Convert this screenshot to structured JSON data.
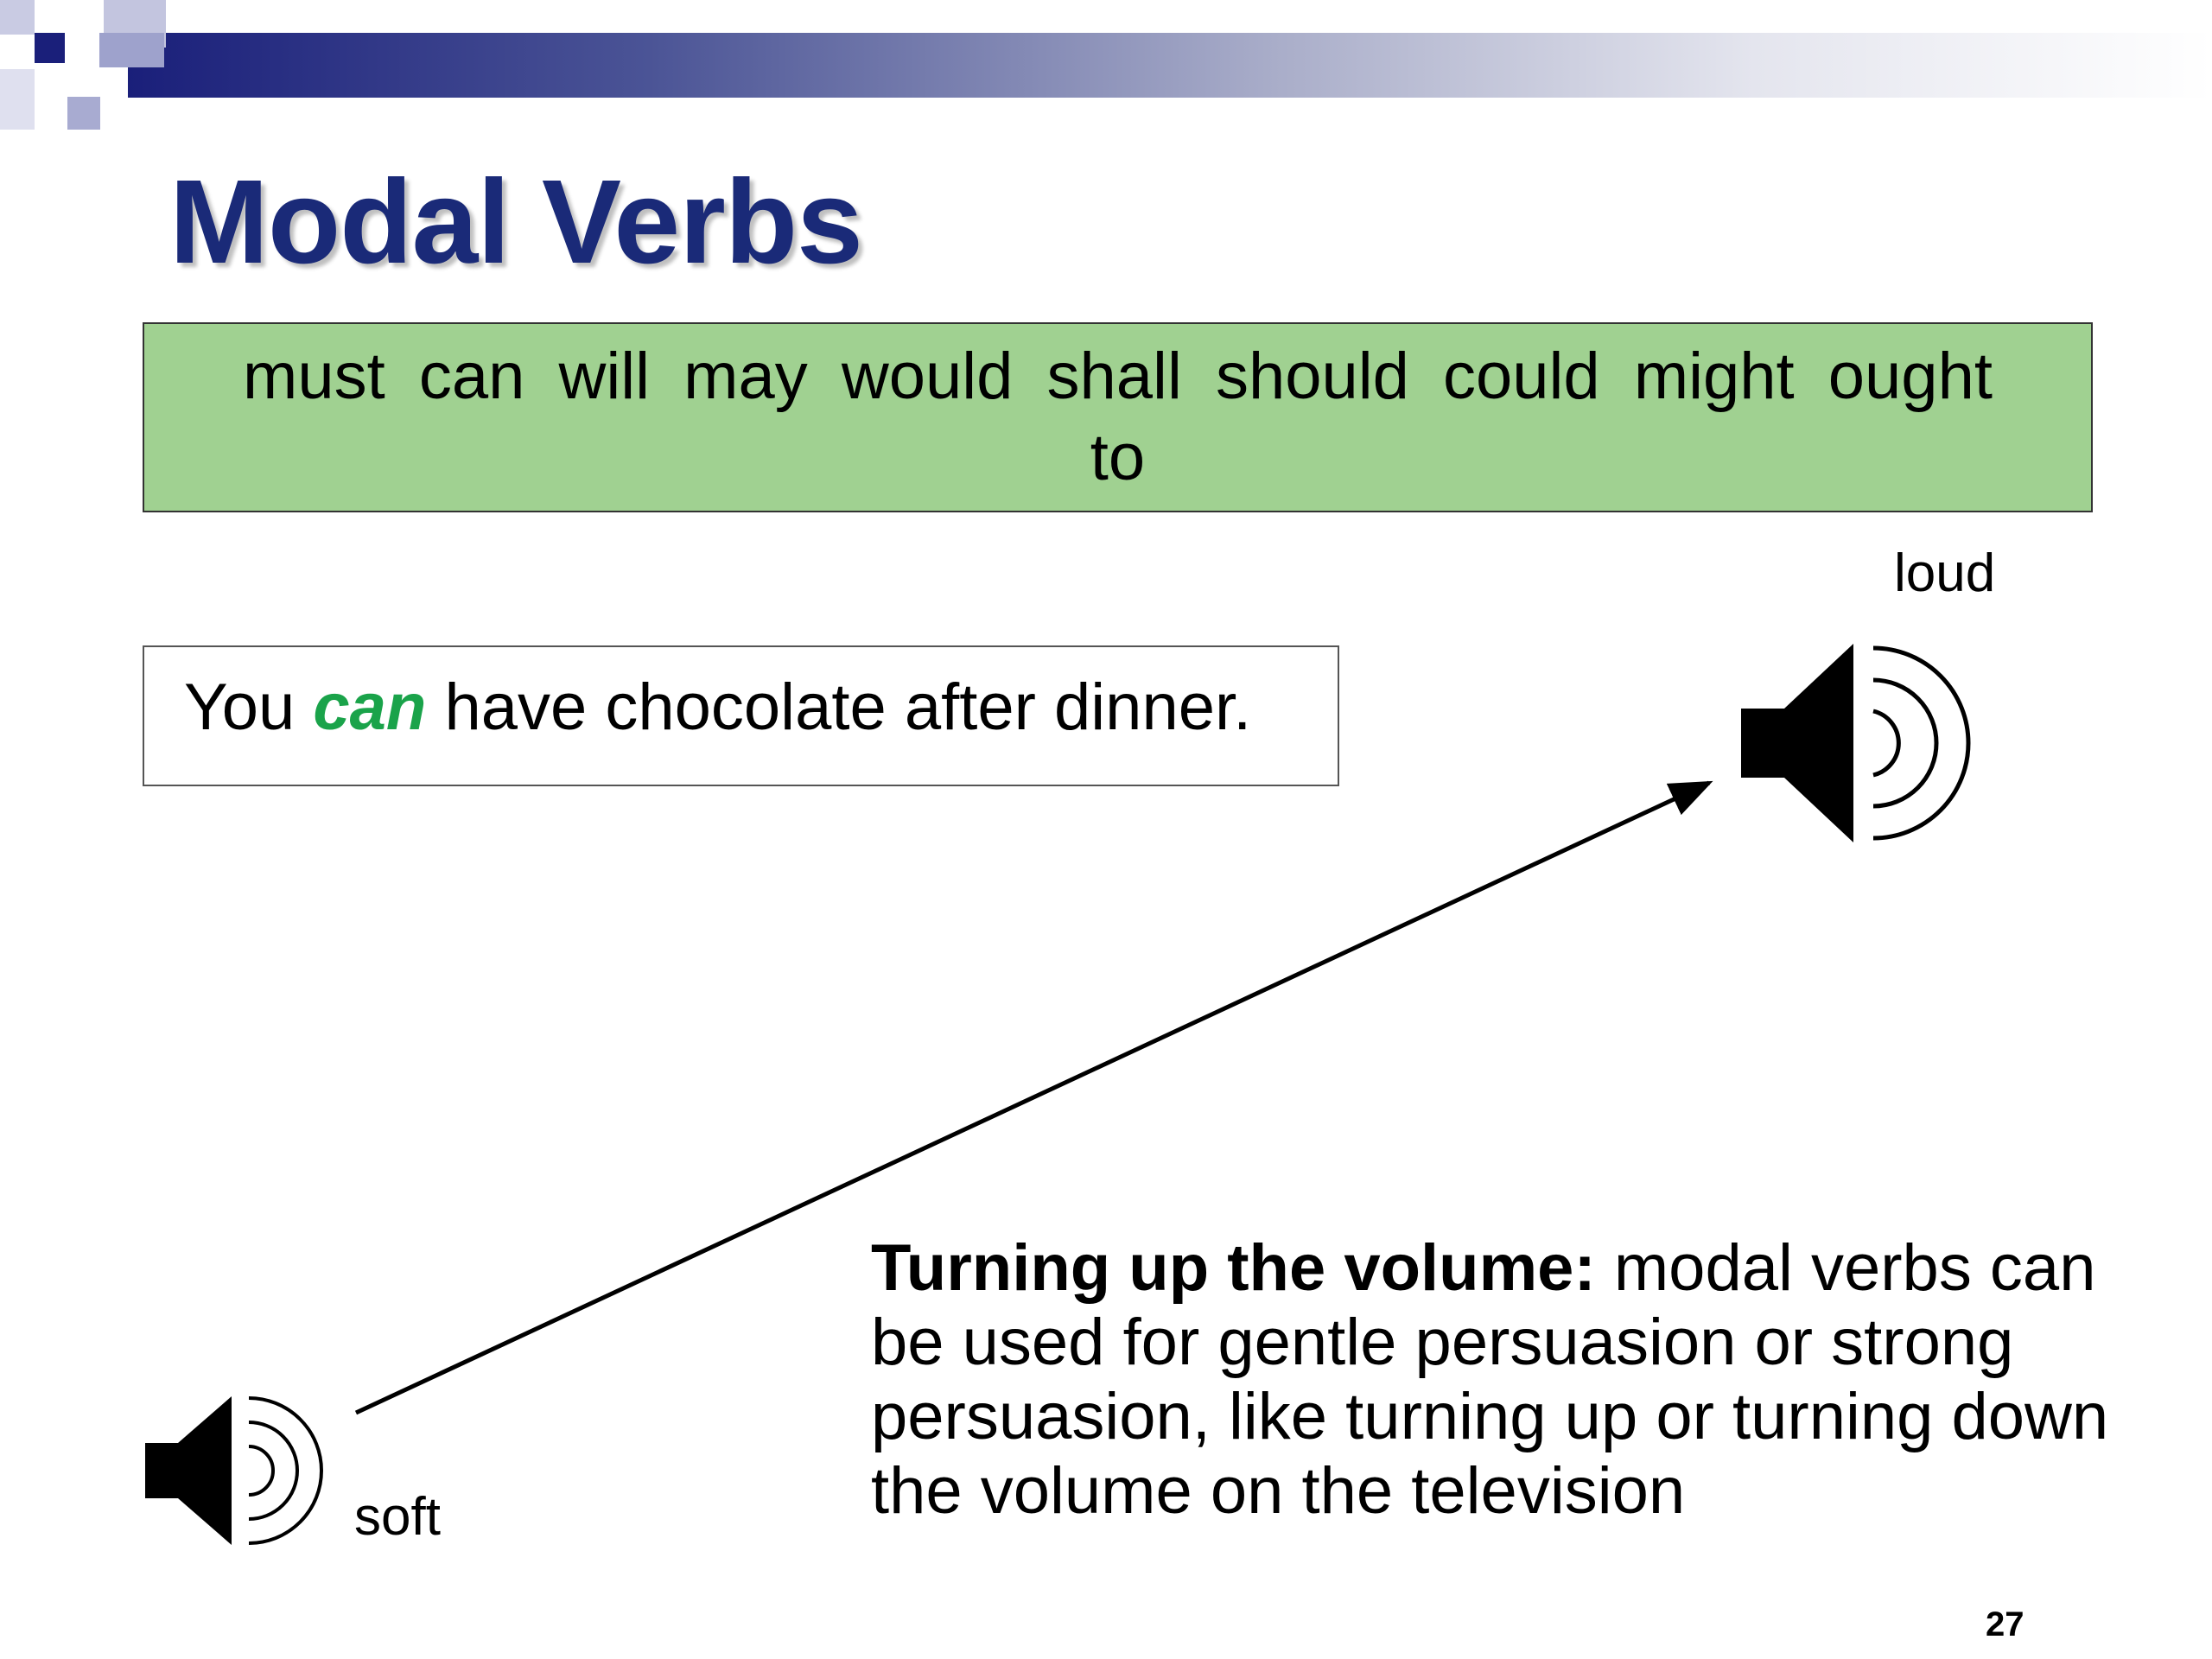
{
  "slide": {
    "title": "Modal Verbs",
    "modal_verbs": "must  can  will   may  would   shall   should  could  might ought to",
    "example": {
      "before": "You ",
      "modal": "can",
      "after": " have chocolate after dinner."
    },
    "volume_scale": {
      "high_label": "loud",
      "low_label": "soft",
      "high_icon": "speaker-icon",
      "low_icon": "speaker-icon"
    },
    "explanation": {
      "lead": "Turning up the volume:",
      "body": " modal verbs can be used for gentle persuasion or strong persuasion, like turning up or turning down the volume on the television"
    },
    "page_number": "27"
  },
  "colors": {
    "title": "#1a2a78",
    "modal_box": "#a0d191",
    "highlight": "#1aa34a",
    "top_bar_dark": "#1a1f7a"
  }
}
